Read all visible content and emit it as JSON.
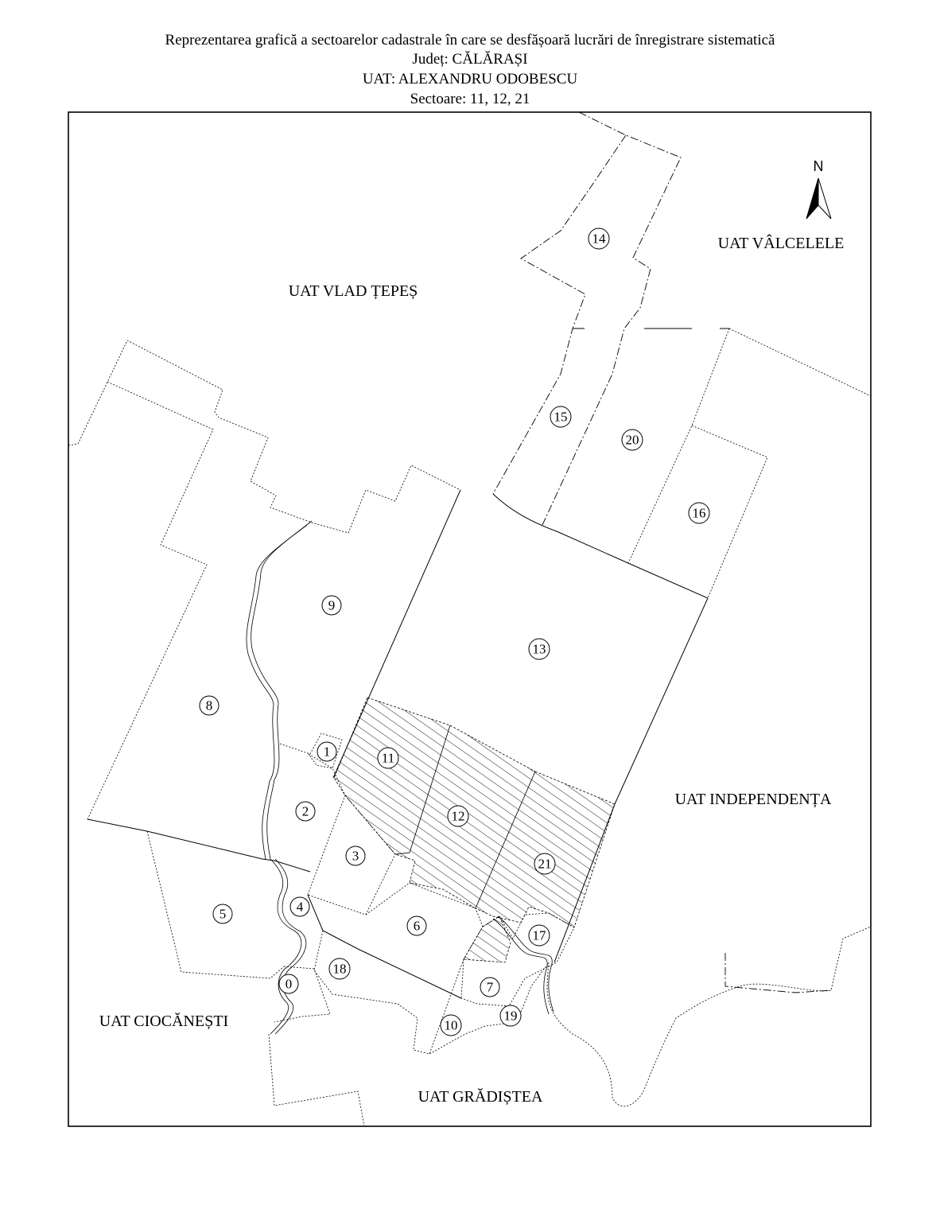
{
  "header": {
    "line1": "Reprezentarea grafică a sectoarelor cadastrale în care se desfășoară lucrări de înregistrare sistematică",
    "line2": "Județ: CĂLĂRAȘI",
    "line3": "UAT: ALEXANDRU ODOBESCU",
    "line4": "Sectoare: 11, 12, 21"
  },
  "north_arrow": {
    "letter": "N"
  },
  "uat_labels": {
    "vlad_tepes": "UAT VLAD ȚEPEȘ",
    "valcelele": "UAT VÂLCELELE",
    "independenta": "UAT INDEPENDENȚA",
    "ciocanesti": "UAT CIOCĂNEȘTI",
    "gradistea": "UAT GRĂDIȘTEA"
  },
  "sectors": [
    "0",
    "1",
    "2",
    "3",
    "4",
    "5",
    "6",
    "7",
    "8",
    "9",
    "10",
    "11",
    "12",
    "13",
    "14",
    "15",
    "16",
    "17",
    "18",
    "19",
    "20",
    "21"
  ],
  "highlighted_sectors": [
    "11",
    "12",
    "21"
  ]
}
